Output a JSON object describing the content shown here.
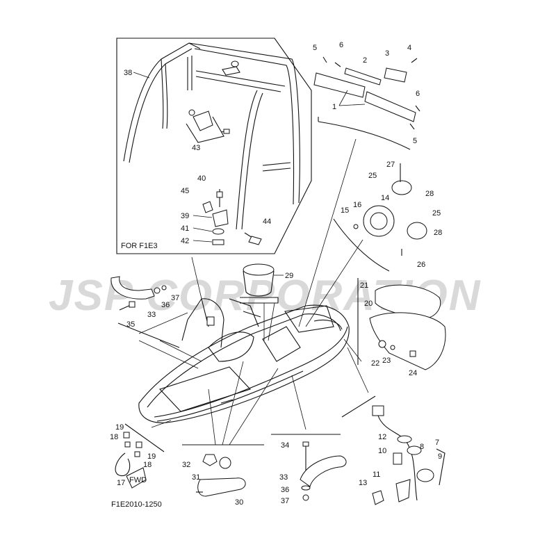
{
  "watermark": "JSP CORPORATION",
  "inset_caption": "FOR F1E3",
  "drawing_code": "F1E2010-1250",
  "fwd_tag": "FWD",
  "callouts": {
    "p1": "1",
    "p2": "2",
    "p3": "3",
    "p4": "4",
    "p5a": "5",
    "p5b": "5",
    "p6a": "6",
    "p6b": "6",
    "p7": "7",
    "p8": "8",
    "p9": "9",
    "p10": "10",
    "p11": "11",
    "p12": "12",
    "p13": "13",
    "p14": "14",
    "p15": "15",
    "p16": "16",
    "p17": "17",
    "p18a": "18",
    "p18b": "18",
    "p19a": "19",
    "p19b": "19",
    "p20": "20",
    "p21": "21",
    "p22": "22",
    "p23": "23",
    "p24": "24",
    "p25a": "25",
    "p25b": "25",
    "p26": "26",
    "p27": "27",
    "p28a": "28",
    "p28b": "28",
    "p29": "29",
    "p30": "30",
    "p31": "31",
    "p32": "32",
    "p33a": "33",
    "p33b": "33",
    "p34": "34",
    "p35": "35",
    "p36a": "36",
    "p36b": "36",
    "p37a": "37",
    "p37b": "37",
    "p38": "38",
    "p39": "39",
    "p40": "40",
    "p41": "41",
    "p42": "42",
    "p43": "43",
    "p44": "44",
    "p45": "45"
  }
}
